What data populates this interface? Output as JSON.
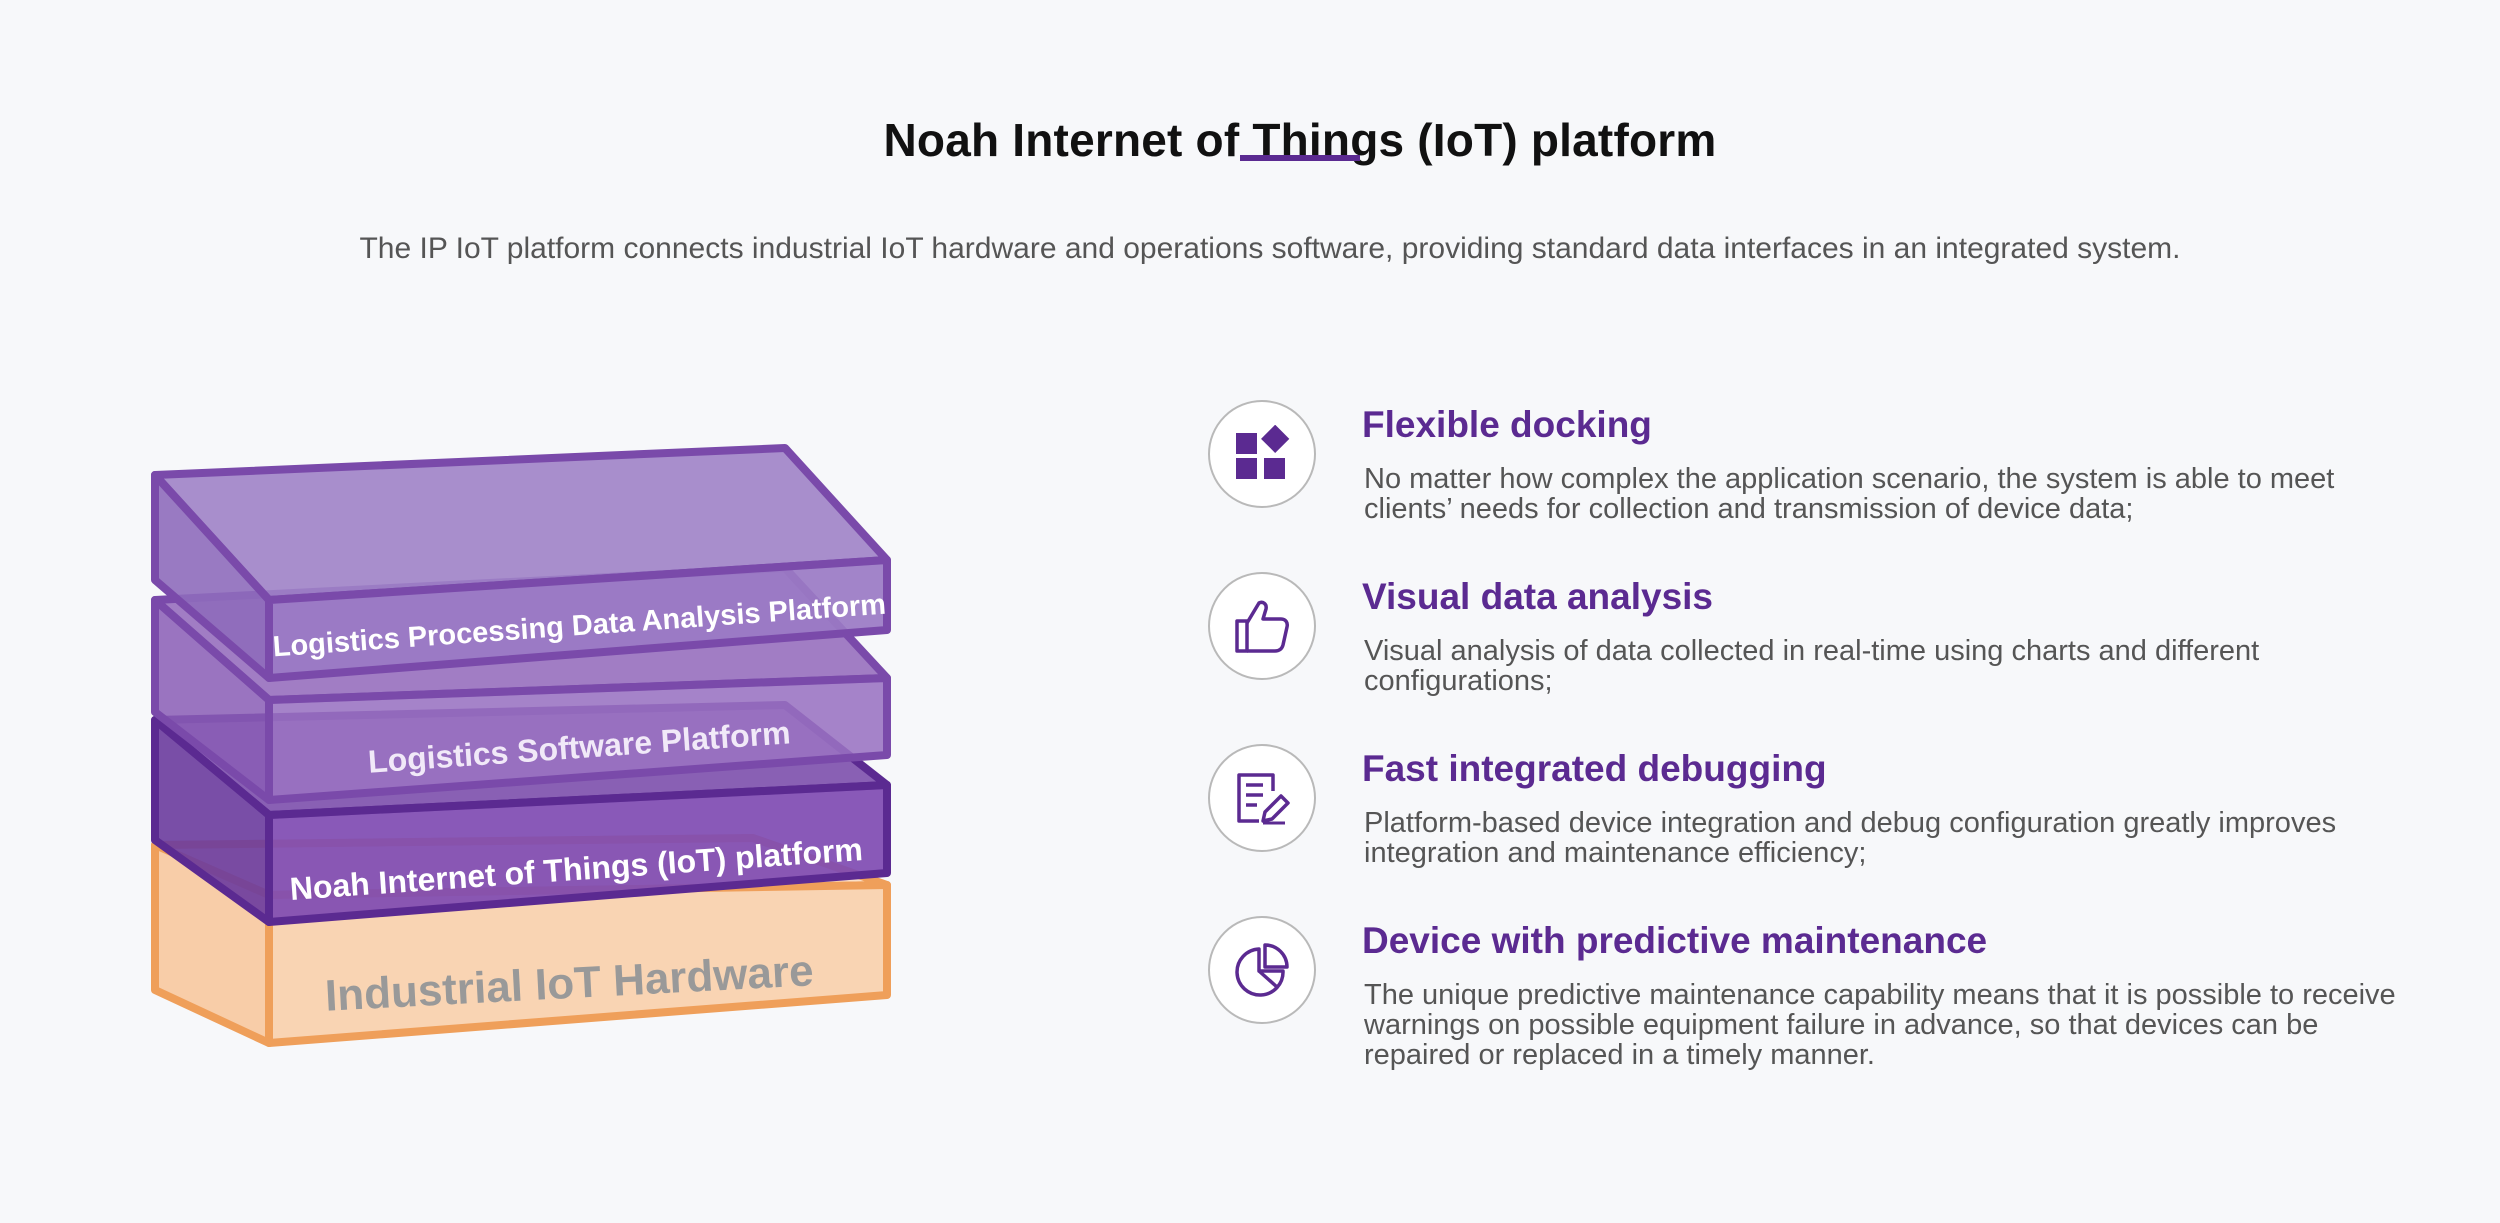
{
  "header": {
    "title": "Noah Internet of Things (IoT) platform",
    "subtitle": "The IP IoT platform connects industrial IoT hardware and operations software, providing standard data interfaces in an integrated system."
  },
  "stack": {
    "layers": [
      {
        "label": "Logistics Processing Data Analysis Platform"
      },
      {
        "label": "Logistics Software Platform"
      },
      {
        "label": "Noah Internet of Things (IoT) platform"
      },
      {
        "label": "Industrial IoT Hardware"
      }
    ]
  },
  "features": [
    {
      "icon": "blocks-icon",
      "title": "Flexible docking",
      "description": "No matter how complex the application scenario, the system is able to meet clients’ needs for collection and transmission of device data;"
    },
    {
      "icon": "thumbs-up-icon",
      "title": "Visual data analysis",
      "description": "Visual analysis of data collected in real-time using charts and different configurations;"
    },
    {
      "icon": "document-edit-icon",
      "title": "Fast integrated debugging",
      "description": "Platform-based device integration and debug configuration greatly improves integration and maintenance efficiency;"
    },
    {
      "icon": "pie-chart-icon",
      "title": "Device with predictive maintenance",
      "description": "The unique predictive maintenance capability means that it is possible to receive warnings on possible equipment failure in advance, so that devices can be repaired or replaced in a timely manner."
    }
  ],
  "colors": {
    "accent": "#5b2a91",
    "hardware_fill": "#f9d4b3",
    "hardware_stroke": "#ef9f5a"
  }
}
